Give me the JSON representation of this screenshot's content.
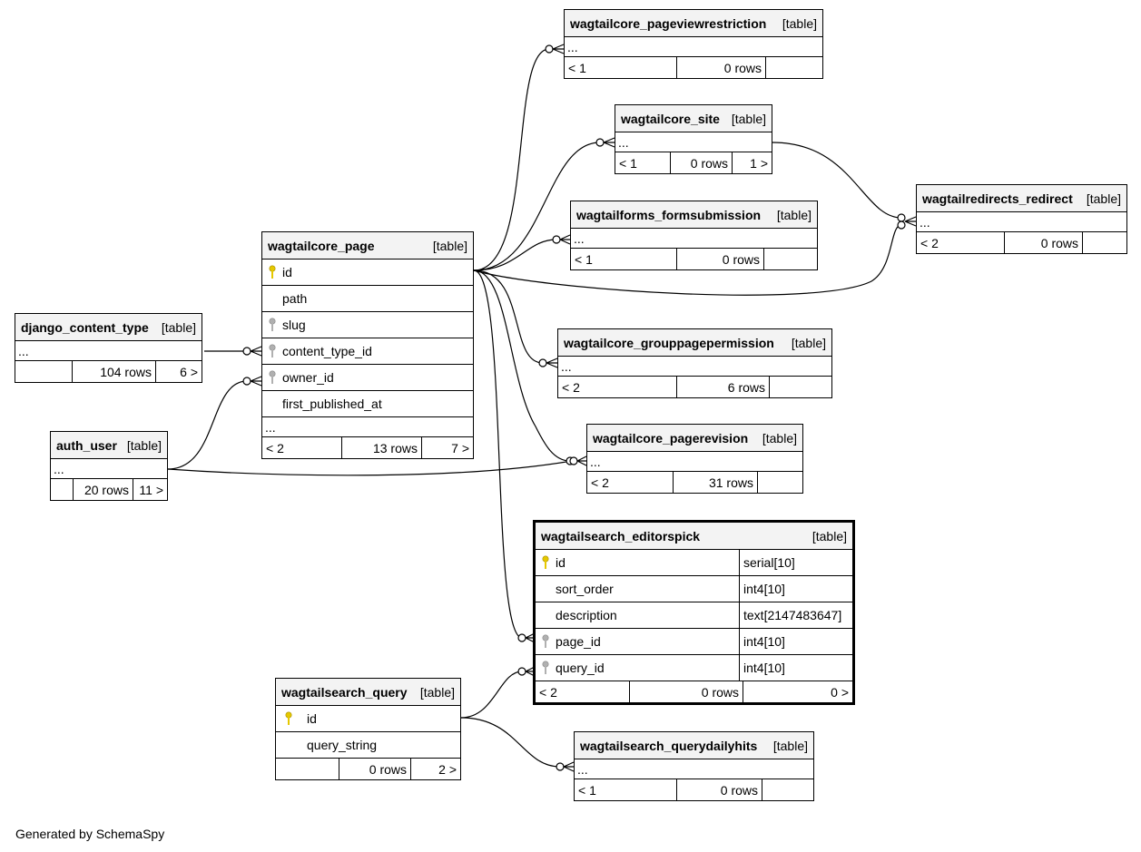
{
  "footer": "Generated by SchemaSpy",
  "colors": {
    "pk_key": "#e5c800",
    "fk_key": "#b0b0b0",
    "header_bg": "#f3f3f3"
  },
  "tables": {
    "pageviewrestriction": {
      "name": "wagtailcore_pageviewrestriction",
      "kind": "[table]",
      "ellipsis": "...",
      "parents": "< 1",
      "rows": "0 rows",
      "children": ""
    },
    "site": {
      "name": "wagtailcore_site",
      "kind": "[table]",
      "ellipsis": "...",
      "parents": "< 1",
      "rows": "0 rows",
      "children": "1 >"
    },
    "formsubmission": {
      "name": "wagtailforms_formsubmission",
      "kind": "[table]",
      "ellipsis": "...",
      "parents": "< 1",
      "rows": "0 rows",
      "children": ""
    },
    "redirect": {
      "name": "wagtailredirects_redirect",
      "kind": "[table]",
      "ellipsis": "...",
      "parents": "< 2",
      "rows": "0 rows",
      "children": ""
    },
    "page": {
      "name": "wagtailcore_page",
      "kind": "[table]",
      "columns": [
        "id",
        "path",
        "slug",
        "content_type_id",
        "owner_id",
        "first_published_at"
      ],
      "ellipsis": "...",
      "parents": "< 2",
      "rows": "13 rows",
      "children": "7 >"
    },
    "content_type": {
      "name": "django_content_type",
      "kind": "[table]",
      "ellipsis": "...",
      "parents": "",
      "rows": "104 rows",
      "children": "6 >"
    },
    "grouppagepermission": {
      "name": "wagtailcore_grouppagepermission",
      "kind": "[table]",
      "ellipsis": "...",
      "parents": "< 2",
      "rows": "6 rows",
      "children": ""
    },
    "auth_user": {
      "name": "auth_user",
      "kind": "[table]",
      "ellipsis": "...",
      "parents": "",
      "rows": "20 rows",
      "children": "11 >"
    },
    "pagerevision": {
      "name": "wagtailcore_pagerevision",
      "kind": "[table]",
      "ellipsis": "...",
      "parents": "< 2",
      "rows": "31 rows",
      "children": ""
    },
    "editorspick": {
      "name": "wagtailsearch_editorspick",
      "kind": "[table]",
      "columns": [
        {
          "name": "id",
          "type": "serial[10]"
        },
        {
          "name": "sort_order",
          "type": "int4[10]"
        },
        {
          "name": "description",
          "type": "text[2147483647]"
        },
        {
          "name": "page_id",
          "type": "int4[10]"
        },
        {
          "name": "query_id",
          "type": "int4[10]"
        }
      ],
      "parents": "< 2",
      "rows": "0 rows",
      "children": "0 >"
    },
    "query": {
      "name": "wagtailsearch_query",
      "kind": "[table]",
      "columns": [
        "id",
        "query_string"
      ],
      "parents": "",
      "rows": "0 rows",
      "children": "2 >"
    },
    "querydailyhits": {
      "name": "wagtailsearch_querydailyhits",
      "kind": "[table]",
      "ellipsis": "...",
      "parents": "< 1",
      "rows": "0 rows",
      "children": ""
    }
  }
}
